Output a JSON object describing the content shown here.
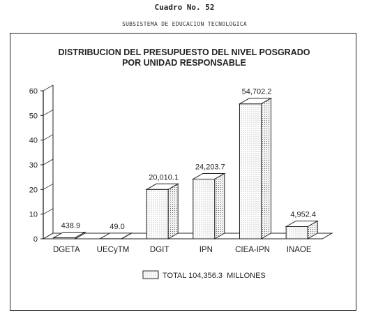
{
  "document": {
    "title": "Cuadro No. 52",
    "subtitle": "SUBSISTEMA DE EDUCACION TECNOLOGICA"
  },
  "chart_data": {
    "type": "bar",
    "title_lines": [
      "DISTRIBUCION DEL PRESUPUESTO DEL NIVEL POSGRADO",
      "POR UNIDAD RESPONSABLE"
    ],
    "categories": [
      "DGETA",
      "UECyTM",
      "DGIT",
      "IPN",
      "CIEA-IPN",
      "INAOE"
    ],
    "values": [
      438.9,
      49.0,
      20010.1,
      24203.7,
      54702.2,
      4952.4
    ],
    "value_labels": [
      "438.9",
      "49.0",
      "20,010.1",
      "24,203.7",
      "54,702.2",
      "4,952.4"
    ],
    "y_ticks": [
      "0",
      "10",
      "20",
      "30",
      "40",
      "50",
      "60"
    ],
    "y_tick_values": [
      0,
      10,
      20,
      30,
      40,
      50,
      60
    ],
    "y_scale_divisor": 1000,
    "ylim": [
      0,
      60
    ],
    "grid": false,
    "bar_style": "3d-stippled",
    "legend": {
      "label": "TOTAL 104,356.3  MILLONES",
      "position": "bottom"
    }
  }
}
